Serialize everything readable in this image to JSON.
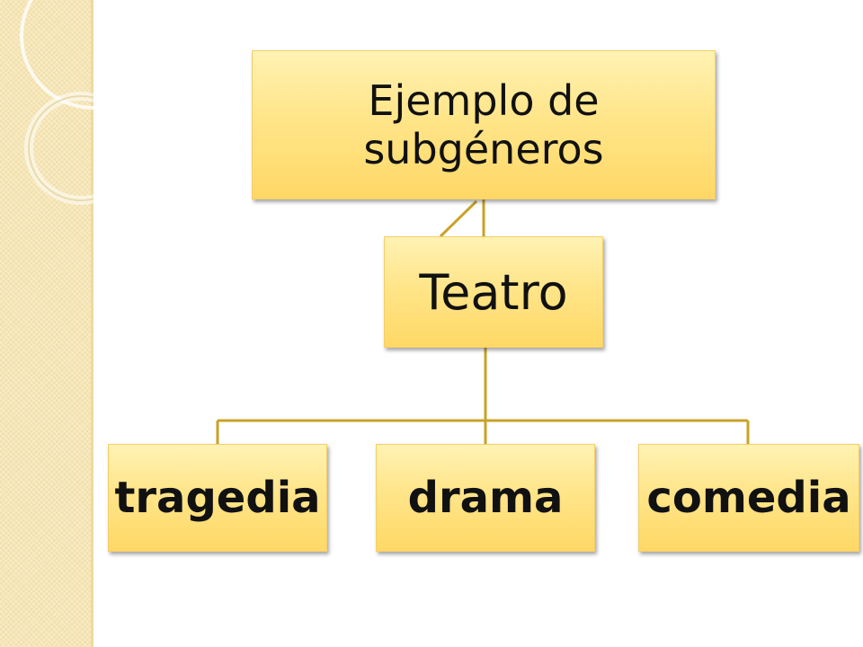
{
  "diagram": {
    "root": {
      "label": "Ejemplo de subgéneros"
    },
    "parent": {
      "label": "Teatro"
    },
    "children": [
      {
        "label": "tragedia"
      },
      {
        "label": "drama"
      },
      {
        "label": "comedia"
      }
    ]
  },
  "colors": {
    "node_fill_top": "#fff2b3",
    "node_fill_bottom": "#ffd866",
    "connector": "#c9a227",
    "side_band": "#f6e6b6"
  }
}
